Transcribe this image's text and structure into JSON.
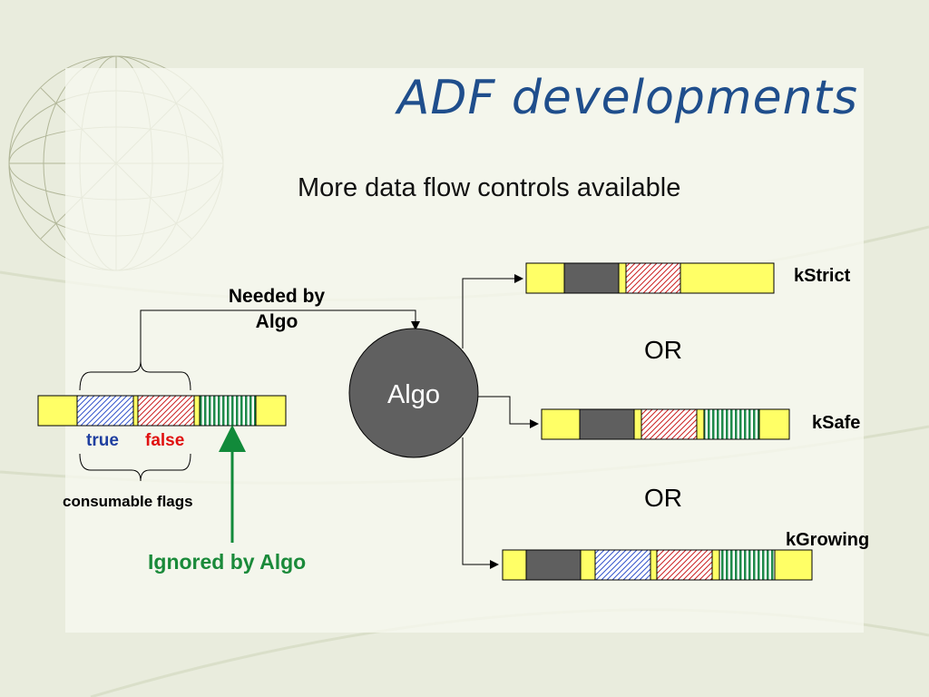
{
  "slide": {
    "title": "ADF developments",
    "subtitle": "More data flow controls available"
  },
  "diagram": {
    "needed_by_algo": "Needed by\nAlgo",
    "algo_node": "Algo",
    "flag_true": "true",
    "flag_false": "false",
    "consumable_flags": "consumable flags",
    "ignored_by_algo": "Ignored by Algo",
    "outputs": [
      {
        "label": "kStrict"
      },
      {
        "label": "kSafe"
      },
      {
        "label": "kGrowing"
      }
    ],
    "or_labels": [
      "OR",
      "OR"
    ]
  },
  "colors": {
    "title": "#1f4e8c",
    "yellow": "#ffff66",
    "gray_block": "#5f5f5f",
    "blue_hatch": "#3355cc",
    "red_hatch": "#cc2222",
    "green_hatch": "#1e8a4a",
    "true_text": "#1f3fa0",
    "false_text": "#e01010",
    "ignored_text": "#1a8a3a"
  }
}
